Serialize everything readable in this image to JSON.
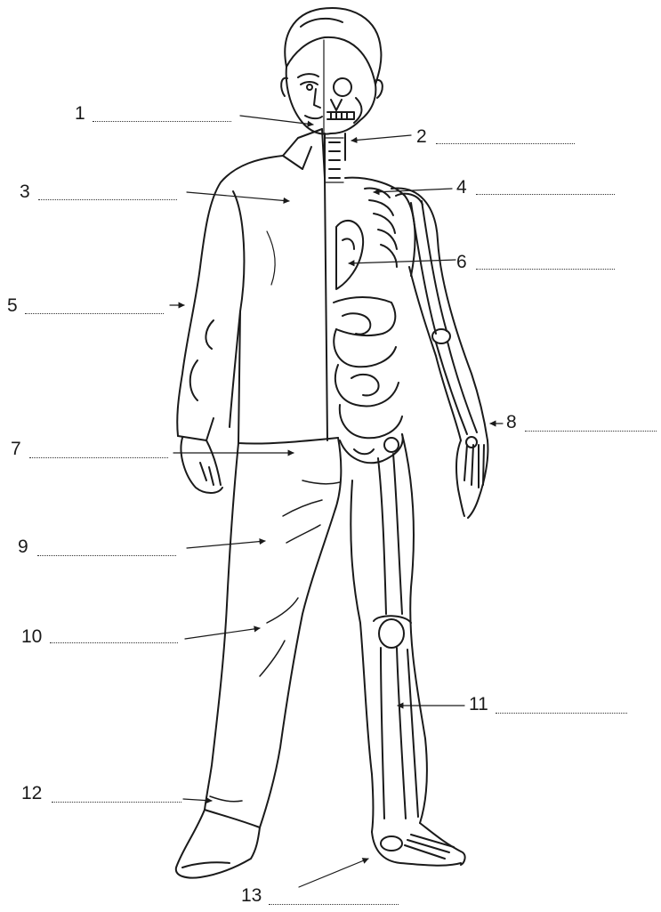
{
  "labels": [
    {
      "number": "1"
    },
    {
      "number": "2"
    },
    {
      "number": "3"
    },
    {
      "number": "4"
    },
    {
      "number": "5"
    },
    {
      "number": "6"
    },
    {
      "number": "7"
    },
    {
      "number": "8"
    },
    {
      "number": "9"
    },
    {
      "number": "10"
    },
    {
      "number": "11"
    },
    {
      "number": "12"
    },
    {
      "number": "13"
    }
  ],
  "colors": {
    "ink": "#1a1a1a",
    "paper": "#ffffff"
  }
}
